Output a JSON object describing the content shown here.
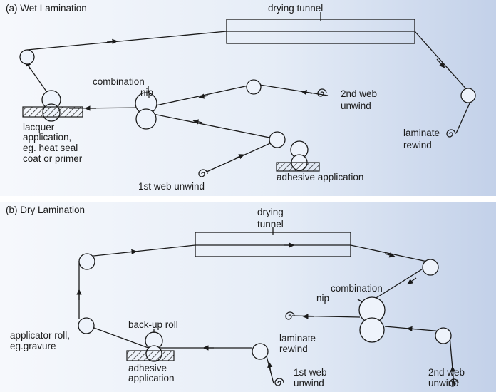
{
  "colors": {
    "bg_light": "#f4f7fc",
    "bg_dark": "#c5d3ea",
    "ink": "#1a1a1a",
    "divider": "#ffffff"
  },
  "panel_a": {
    "title": "(a)  Wet Lamination",
    "drying_tunnel": "drying tunnel",
    "combination_nip_1": "combination",
    "combination_nip_2": "nip",
    "web2_1": "2nd web",
    "web2_2": "unwind",
    "laminate_rewind_1": "laminate",
    "laminate_rewind_2": "rewind",
    "lacquer_1": "lacquer",
    "lacquer_2": "application,",
    "lacquer_3": "eg. heat seal",
    "lacquer_4": "coat or primer",
    "adhesive_application": "adhesive application",
    "web1_unwind": "1st web unwind"
  },
  "panel_b": {
    "title": "(b)  Dry Lamination",
    "drying_tunnel_1": "drying",
    "drying_tunnel_2": "tunnel",
    "combination_nip_1": "combination",
    "combination_nip_2": "nip",
    "backup_roll": "back-up roll",
    "applicator_1": "applicator roll,",
    "applicator_2": "eg.gravure",
    "laminate_rewind_1": "laminate",
    "laminate_rewind_2": "rewind",
    "adhesive_1": "adhesive",
    "adhesive_2": "application",
    "web1_1": "1st web",
    "web1_2": "unwind",
    "web2_1": "2nd web",
    "web2_2": "unwind"
  }
}
